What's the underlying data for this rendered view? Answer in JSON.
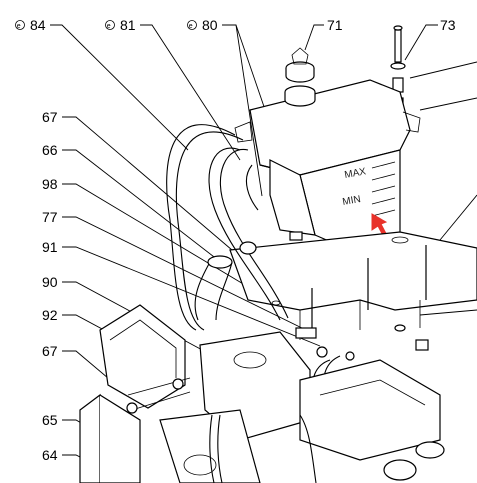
{
  "callouts": [
    {
      "id": "84",
      "text": "84",
      "badge": "⊕"
    },
    {
      "id": "81",
      "text": "81",
      "badge": "⊕"
    },
    {
      "id": "80",
      "text": "80",
      "badge": "⊕"
    },
    {
      "id": "71",
      "text": "71"
    },
    {
      "id": "73",
      "text": "73"
    },
    {
      "id": "67a",
      "text": "67"
    },
    {
      "id": "66",
      "text": "66"
    },
    {
      "id": "98",
      "text": "98"
    },
    {
      "id": "77",
      "text": "77"
    },
    {
      "id": "91",
      "text": "91"
    },
    {
      "id": "90",
      "text": "90"
    },
    {
      "id": "92",
      "text": "92"
    },
    {
      "id": "67b",
      "text": "67"
    },
    {
      "id": "65",
      "text": "65"
    },
    {
      "id": "64",
      "text": "64"
    }
  ],
  "tank_marks": {
    "max": "MAX",
    "min": "MIN"
  },
  "arrow_color": "#e8322a"
}
